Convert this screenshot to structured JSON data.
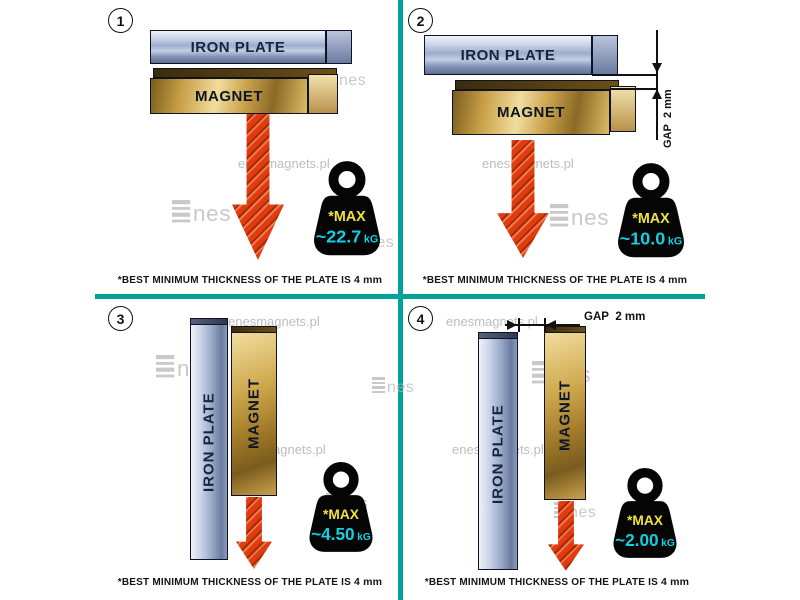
{
  "colors": {
    "divider": "#00a39a",
    "iron": "#9dadcc",
    "magnet": "#caa24c",
    "arrow": "#e23c0e",
    "weight_body": "#050505",
    "max_text": "#f2e23c",
    "value_text": "#12cfe2"
  },
  "watermark": {
    "site": "enesmagnets.pl",
    "brand": "nes"
  },
  "labels": {
    "iron_plate": "IRON PLATE",
    "magnet": "MAGNET",
    "max": "*MAX",
    "unit": "kG"
  },
  "gap": {
    "prefix": "GAP",
    "value": "2 mm"
  },
  "caption": {
    "text": "*BEST MINIMUM THICKNESS OF THE PLATE IS",
    "bold": "4 mm"
  },
  "panels": [
    {
      "number": "1",
      "max_value": "~22.7"
    },
    {
      "number": "2",
      "max_value": "~10.0"
    },
    {
      "number": "3",
      "max_value": "~4.50"
    },
    {
      "number": "4",
      "max_value": "~2.00"
    }
  ]
}
